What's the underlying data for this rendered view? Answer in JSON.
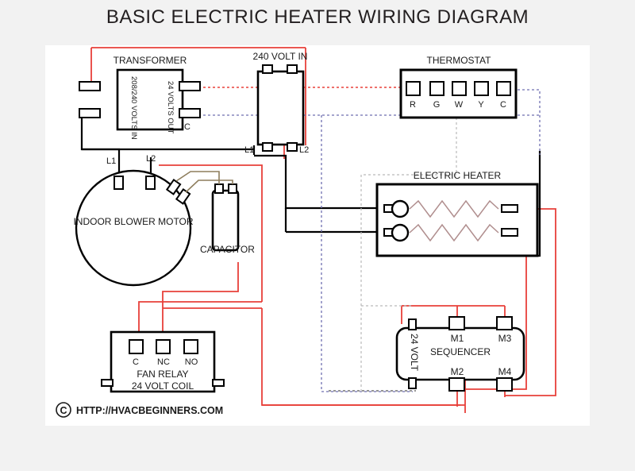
{
  "page": {
    "title": "BASIC ELECTRIC HEATER WIRING DIAGRAM",
    "background_color": "#f2f2f2",
    "panel_color": "#ffffff"
  },
  "colors": {
    "wire_line_voltage": "#000000",
    "wire_power_red": "#e8403a",
    "wire_control_r": "#e8403a",
    "wire_control_c": "#6f6fb0",
    "wire_capacitor": "#8d7d5c",
    "heating_element": "#b08e8e"
  },
  "components": {
    "transformer": {
      "label": "TRANSFORMER",
      "primary_label": "208/240 VOLTS IN",
      "secondary_label": "24 VOLTS OUT",
      "common_terminal": "C"
    },
    "disconnect": {
      "label": "240 VOLT IN",
      "terminal_l1": "L1",
      "terminal_l2": "L2"
    },
    "thermostat": {
      "label": "THERMOSTAT",
      "terminals": [
        "R",
        "G",
        "W",
        "Y",
        "C"
      ]
    },
    "blower_motor": {
      "label": "INDOOR BLOWER MOTOR",
      "terminal_l1": "L1",
      "terminal_l2": "L2"
    },
    "capacitor": {
      "label": "CAPACITOR"
    },
    "electric_heater": {
      "label": "ELECTRIC HEATER",
      "element_count": 2
    },
    "fan_relay": {
      "label_line1": "FAN RELAY",
      "label_line2": "24 VOLT COIL",
      "terminals": [
        "C",
        "NC",
        "NO"
      ]
    },
    "sequencer": {
      "label": "SEQUENCER",
      "coil_label": "24 VOLT",
      "terminals": [
        "M1",
        "M3",
        "M2",
        "M4"
      ]
    }
  },
  "footer": {
    "copyright_symbol": "C",
    "url": "HTTP://HVACBEGINNERS.COM"
  }
}
